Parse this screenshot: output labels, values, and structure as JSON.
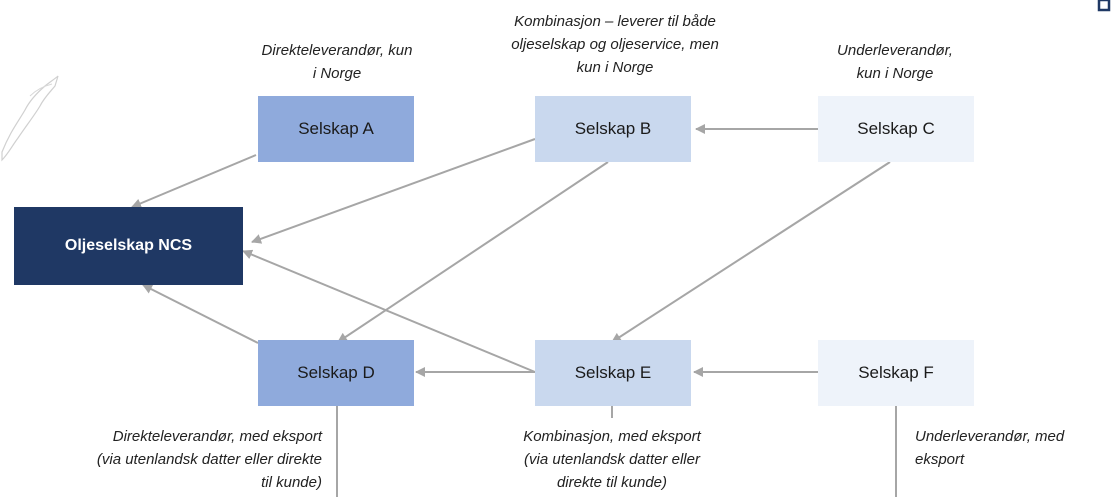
{
  "colors": {
    "dark": "#1f3864",
    "medium": "#8faadc",
    "light": "#c9d8ee",
    "lightest": "#eef3fa",
    "arrow": "#a6a6a6"
  },
  "nodes": {
    "ncs": "Oljeselskap NCS",
    "a": "Selskap A",
    "b": "Selskap B",
    "c": "Selskap C",
    "d": "Selskap D",
    "e": "Selskap E",
    "f": "Selskap F"
  },
  "captions": {
    "a": [
      "Direkteleverandør, kun",
      "i Norge"
    ],
    "b": [
      "Kombinasjon – leverer til både",
      "oljeselskap og oljeservice, men",
      "kun i Norge"
    ],
    "c": [
      "Underleverandør,",
      "kun i Norge"
    ],
    "d": [
      "Direkteleverandør, med eksport",
      "(via utenlandsk datter eller direkte",
      "til kunde)"
    ],
    "e": [
      "Kombinasjon, med eksport",
      "(via utenlandsk datter eller",
      "direkte til kunde)"
    ],
    "f": [
      "Underleverandør, med",
      "eksport"
    ]
  },
  "icons": {
    "map": "norway-map-icon",
    "corner": "corner-logo-icon"
  }
}
